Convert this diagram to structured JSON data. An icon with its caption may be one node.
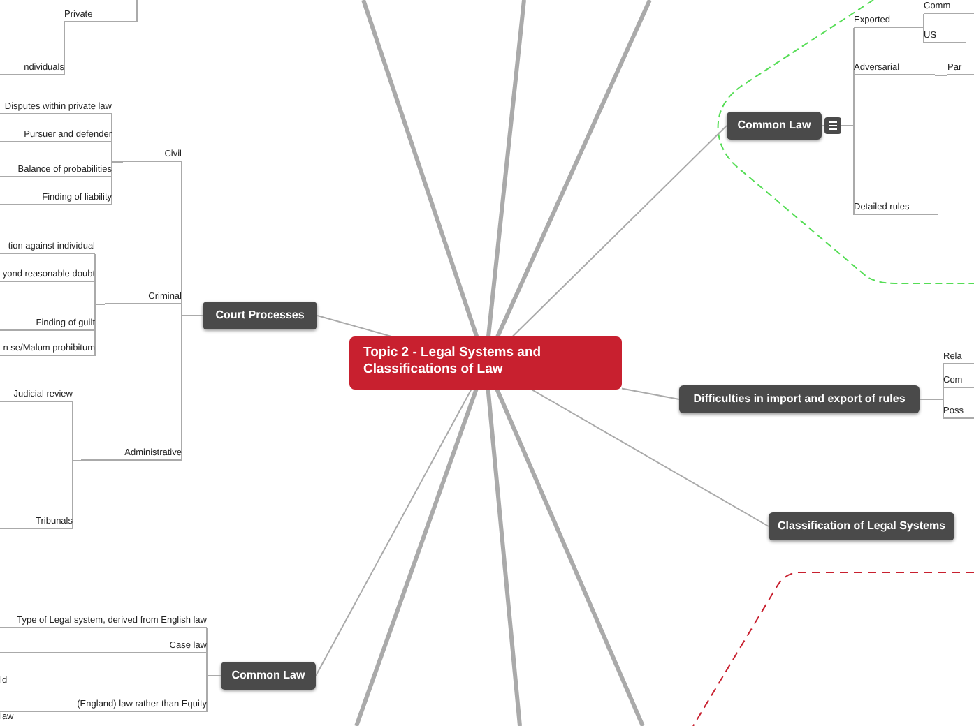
{
  "diagram": {
    "nodes": [
      {
        "text": [
          "Topic 2 - Legal Systems and Classifications of Law"
        ]
      },
      {
        "text": [
          "Court Processes"
        ]
      },
      {
        "text": [
          "Civil"
        ]
      },
      {
        "text": [
          "Disputes within private law"
        ]
      },
      {
        "text": [
          "Pursuer and defender"
        ]
      },
      {
        "text": [
          "Balance of probabilities"
        ]
      },
      {
        "text": [
          "Finding of liability"
        ]
      },
      {
        "text": [
          "Criminal"
        ]
      },
      {
        "text": [
          "tion against individual"
        ]
      },
      {
        "text": [
          "yond reasonable doubt"
        ]
      },
      {
        "text": [
          "Finding of guilt"
        ]
      },
      {
        "text": [
          "n se/Malum prohibitum"
        ]
      },
      {
        "text": [
          "Administrative"
        ]
      },
      {
        "text": [
          "Judicial review"
        ]
      },
      {
        "text": [
          "Tribunals"
        ]
      },
      {
        "text": [
          "Common Law"
        ]
      },
      {
        "text": [
          "Type of Legal system, derived from English law"
        ]
      },
      {
        "text": [
          "Case law"
        ]
      },
      {
        "text": [
          "(England) law rather than Equity"
        ]
      },
      {
        "text": [
          "Common Law"
        ]
      },
      {
        "text": [
          "Exported"
        ]
      },
      {
        "text": [
          "Comm"
        ]
      },
      {
        "text": [
          "US"
        ]
      },
      {
        "text": [
          "Adversarial"
        ]
      },
      {
        "text": [
          "Par"
        ]
      },
      {
        "text": [
          "Detailed rules"
        ]
      },
      {
        "text": [
          "Difficulties in import and export of rules"
        ]
      },
      {
        "text": [
          "Rela"
        ]
      },
      {
        "text": [
          "Com"
        ]
      },
      {
        "text": [
          "Poss"
        ]
      },
      {
        "text": [
          "Classification of Legal Systems"
        ]
      },
      {
        "text": [
          "Private"
        ]
      },
      {
        "text": [
          "ndividuals"
        ]
      }
    ],
    "edges": [
      {
        "from": 0,
        "to": 1,
        "arrow": "none"
      },
      {
        "from": 1,
        "to": 2,
        "arrow": "none"
      },
      {
        "from": 2,
        "to": 3,
        "arrow": "none"
      },
      {
        "from": 2,
        "to": 4,
        "arrow": "none"
      },
      {
        "from": 2,
        "to": 5,
        "arrow": "none"
      },
      {
        "from": 2,
        "to": 6,
        "arrow": "none"
      },
      {
        "from": 1,
        "to": 7,
        "arrow": "none"
      },
      {
        "from": 7,
        "to": 8,
        "arrow": "none"
      },
      {
        "from": 7,
        "to": 9,
        "arrow": "none"
      },
      {
        "from": 7,
        "to": 10,
        "arrow": "none"
      },
      {
        "from": 7,
        "to": 11,
        "arrow": "none"
      },
      {
        "from": 1,
        "to": 12,
        "arrow": "none"
      },
      {
        "from": 12,
        "to": 13,
        "arrow": "none"
      },
      {
        "from": 12,
        "to": 14,
        "arrow": "none"
      },
      {
        "from": 0,
        "to": 15,
        "arrow": "none"
      },
      {
        "from": 15,
        "to": 16,
        "arrow": "none"
      },
      {
        "from": 15,
        "to": 17,
        "arrow": "none"
      },
      {
        "from": 15,
        "to": 18,
        "arrow": "none"
      },
      {
        "from": 0,
        "to": 19,
        "arrow": "none"
      },
      {
        "from": 19,
        "to": 20,
        "arrow": "none"
      },
      {
        "from": 20,
        "to": 21,
        "arrow": "none"
      },
      {
        "from": 20,
        "to": 22,
        "arrow": "none"
      },
      {
        "from": 19,
        "to": 23,
        "arrow": "none"
      },
      {
        "from": 23,
        "to": 24,
        "arrow": "none"
      },
      {
        "from": 19,
        "to": 25,
        "arrow": "none"
      },
      {
        "from": 0,
        "to": 26,
        "arrow": "none"
      },
      {
        "from": 26,
        "to": 27,
        "arrow": "none"
      },
      {
        "from": 26,
        "to": 28,
        "arrow": "none"
      },
      {
        "from": 26,
        "to": 29,
        "arrow": "none"
      },
      {
        "from": 0,
        "to": 30,
        "arrow": "none"
      },
      {
        "from": null,
        "to": 31,
        "arrow": "none"
      },
      {
        "from": 31,
        "to": 32,
        "arrow": "none"
      },
      {
        "from": 0,
        "to": null,
        "arrow": "none",
        "style": "thick"
      },
      {
        "from": 0,
        "to": null,
        "arrow": "none",
        "style": "thick"
      },
      {
        "from": 0,
        "to": null,
        "arrow": "none",
        "style": "thick"
      },
      {
        "from": 0,
        "to": null,
        "arrow": "none",
        "style": "thick"
      },
      {
        "from": 0,
        "to": null,
        "arrow": "none",
        "style": "thick"
      },
      {
        "from": 0,
        "to": null,
        "arrow": "none",
        "style": "thick"
      }
    ],
    "labels": [
      "ld",
      "law"
    ]
  }
}
